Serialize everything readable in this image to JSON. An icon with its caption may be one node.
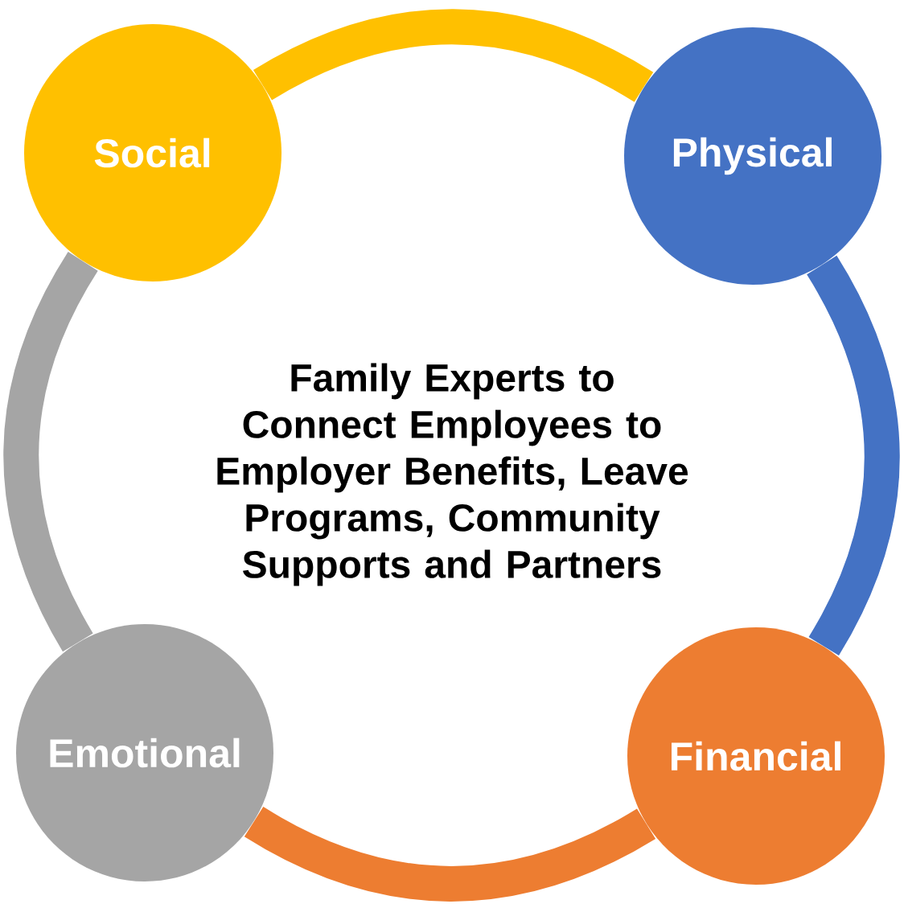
{
  "diagram": {
    "nodes": [
      {
        "text": [
          "Social"
        ]
      },
      {
        "text": [
          "Physical"
        ]
      },
      {
        "text": [
          "Financial"
        ]
      },
      {
        "text": [
          "Emotional"
        ]
      }
    ],
    "edges": [
      {
        "from": 0,
        "to": 1,
        "arrow": "none",
        "color": "#ffc000"
      },
      {
        "from": 1,
        "to": 2,
        "arrow": "none",
        "color": "#4472c4"
      },
      {
        "from": 2,
        "to": 3,
        "arrow": "none",
        "color": "#ed7d31"
      },
      {
        "from": 3,
        "to": 0,
        "arrow": "none",
        "color": "#a5a5a5"
      }
    ],
    "labels": [
      "Family Experts to Connect Employees to Employer Benefits, Leave Programs, Community Supports and Partners"
    ]
  }
}
